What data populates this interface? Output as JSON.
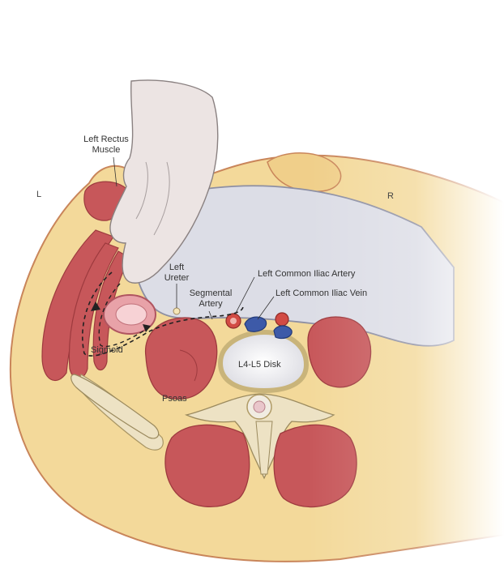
{
  "orientation": {
    "left": "L",
    "right": "R"
  },
  "labels": {
    "left_rectus_muscle": [
      "Left Rectus",
      "Muscle"
    ],
    "left_ureter": [
      "Left",
      "Ureter"
    ],
    "segmental_artery": [
      "Segmental",
      "Artery"
    ],
    "left_common_iliac_artery": "Left Common Iliac Artery",
    "left_common_iliac_vein": "Left Common Iliac Vein",
    "sigmoid": "Sigmoid",
    "disk": "L4-L5 Disk",
    "psoas": "Psoas"
  },
  "colors": {
    "fat": "#f3d99a",
    "skin_line": "#c9855a",
    "muscle": "#c7575a",
    "muscle_dark": "#9d3a3e",
    "peritoneum": "#dcdde6",
    "hand": "#ece4e3",
    "bone": "#ede2c4",
    "artery": "#d24b44",
    "vein": "#3d5aa8",
    "bowel": "#e8a2a8"
  }
}
